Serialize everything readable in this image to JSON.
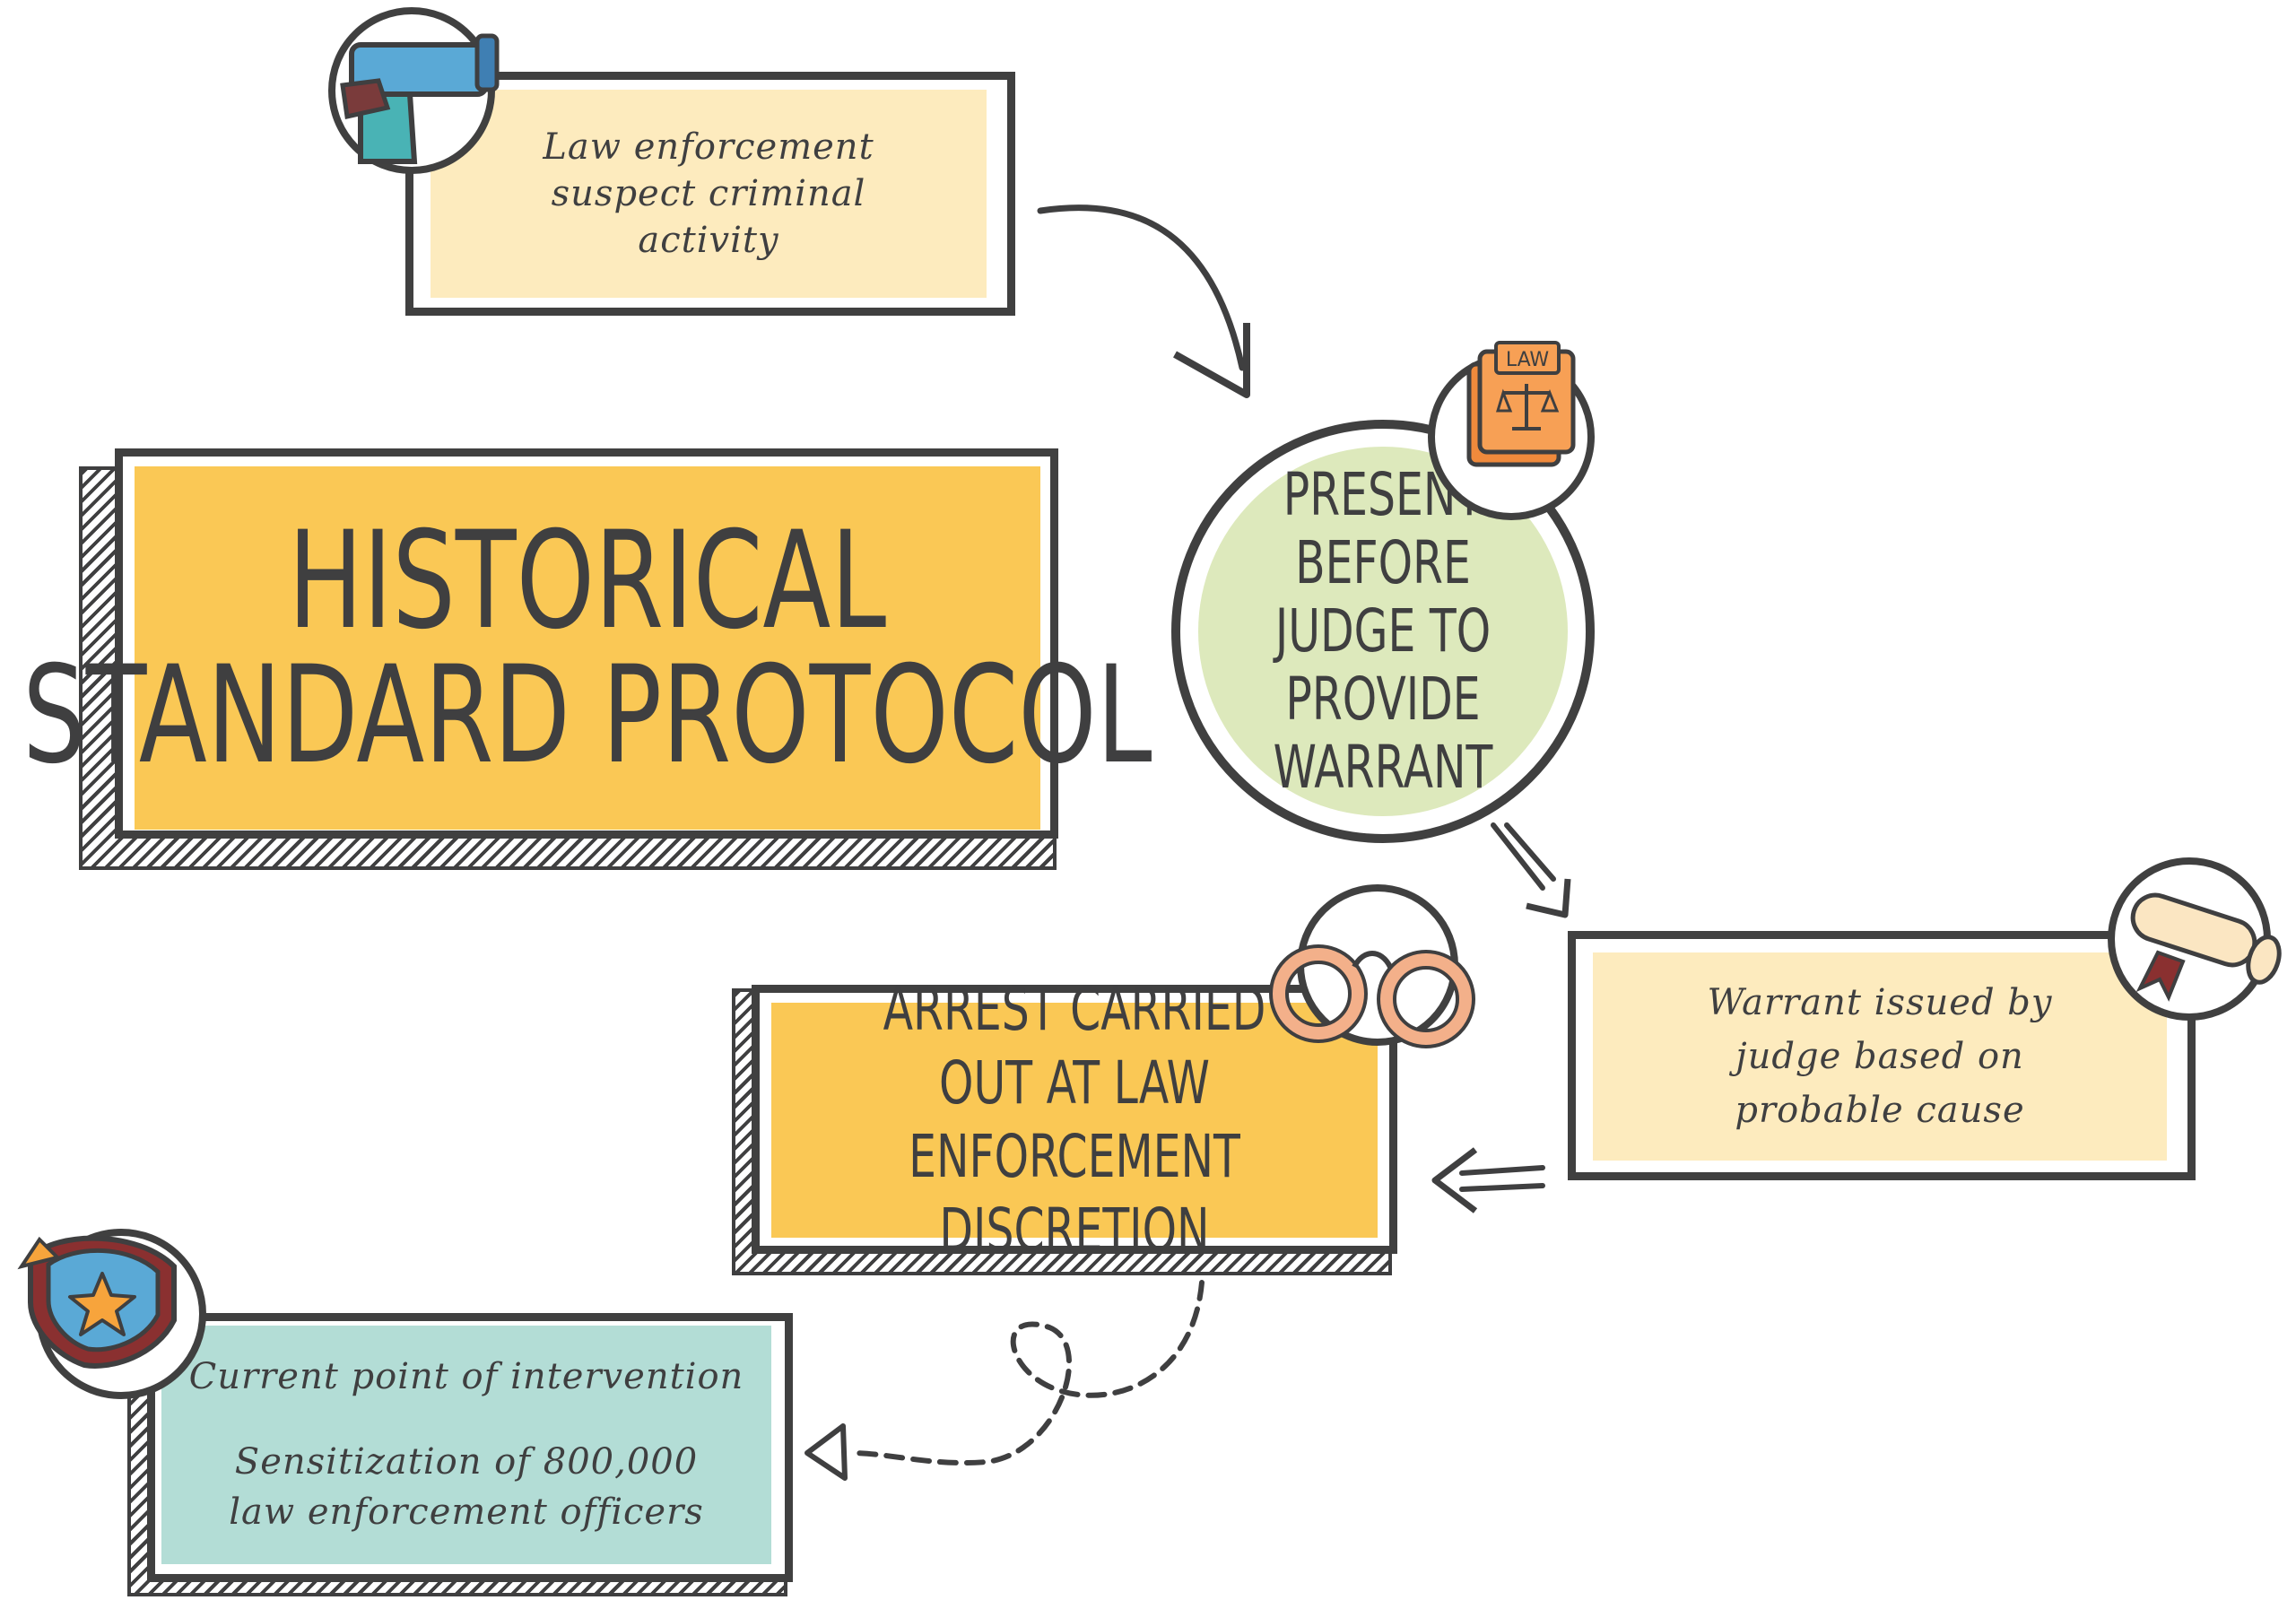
{
  "title": {
    "line1": "HISTORICAL",
    "line2": "STANDARD PROTOCOL"
  },
  "steps": {
    "suspect": {
      "text": "Law enforcement suspect criminal activity",
      "icon": "gun-icon"
    },
    "judge": {
      "text": "PRESENT BEFORE JUDGE TO PROVIDE WARRANT",
      "icon": "law-book-icon",
      "icon_label": "LAW"
    },
    "warrant": {
      "text": "Warrant issued by judge based on probable cause",
      "icon": "scroll-icon"
    },
    "arrest": {
      "text": "ARREST CARRIED OUT AT LAW ENFORCEMENT DISCRETION",
      "icon": "handcuffs-icon"
    },
    "intervention": {
      "heading": "Current point of intervention",
      "text": "Sensitization of 800,000 law enforcement officers",
      "icon": "police-badge-icon"
    }
  },
  "colors": {
    "yellow": "#fac855",
    "cream": "#fdebbe",
    "green": "#dde9bc",
    "teal": "#b3ddd6",
    "outline": "#404040"
  }
}
